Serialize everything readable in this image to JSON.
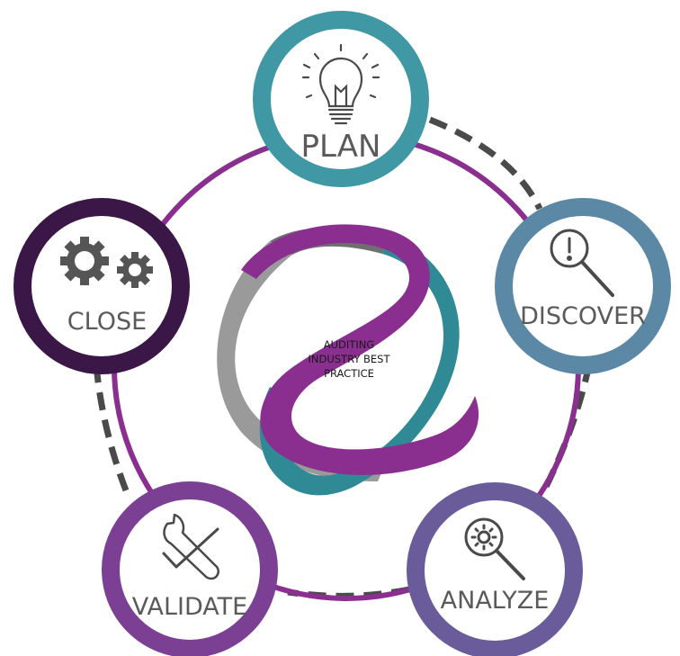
{
  "center": {
    "lines": [
      "AUDITING",
      "INDUSTRY BEST",
      "PRACTICE"
    ]
  },
  "stages": {
    "plan": {
      "label": "PLAN",
      "ring_color": "#3f98a3",
      "icon": "lightbulb-icon"
    },
    "discover": {
      "label": "DISCOVER",
      "ring_color": "#5b88a5",
      "icon": "magnifier-exclamation-icon"
    },
    "analyze": {
      "label": "ANALYZE",
      "ring_color": "#6a5b9a",
      "icon": "magnifier-gear-icon"
    },
    "validate": {
      "label": "VALIDATE",
      "ring_color": "#7b3f93",
      "icon": "wrench-check-icon"
    },
    "close": {
      "label": "CLOSE",
      "ring_color": "#3b1748",
      "icon": "gears-icon"
    }
  },
  "colors": {
    "connector": "#8a2f90",
    "dashes": "#4a4a4a",
    "ribbon_purple": "#8a2f90",
    "ribbon_teal": "#2f8a95",
    "ribbon_grey": "#9a9a9a"
  }
}
